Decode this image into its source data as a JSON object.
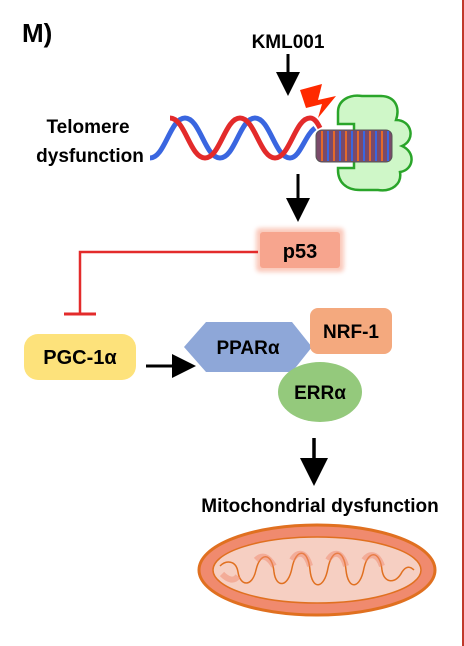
{
  "panel_label": "M)",
  "nodes": {
    "kml001": "KML001",
    "telomere_line1": "Telomere",
    "telomere_line2": "dysfunction",
    "p53": "p53",
    "pgc1a": "PGC-1α",
    "ppara": "PPARα",
    "nrf1": "NRF-1",
    "erra": "ERRα",
    "mito": "Mitochondrial dysfunction"
  },
  "colors": {
    "dna_red": "#e32b2b",
    "dna_blue": "#3a66e0",
    "shelterin_fill": "#cff7c8",
    "shelterin_stroke": "#2aa52a",
    "lightning": "#ff2a00",
    "inhibit": "#e32b2b",
    "p53_fill": "#f7a58e",
    "pgc_fill": "#fde27b",
    "ppar_fill": "#8ea7d8",
    "nrf_fill": "#f4a97e",
    "err_fill": "#94c97c",
    "mito_outer": "#f08a6e",
    "mito_stroke": "#e07020",
    "mito_inner": "#f6cfc2"
  }
}
